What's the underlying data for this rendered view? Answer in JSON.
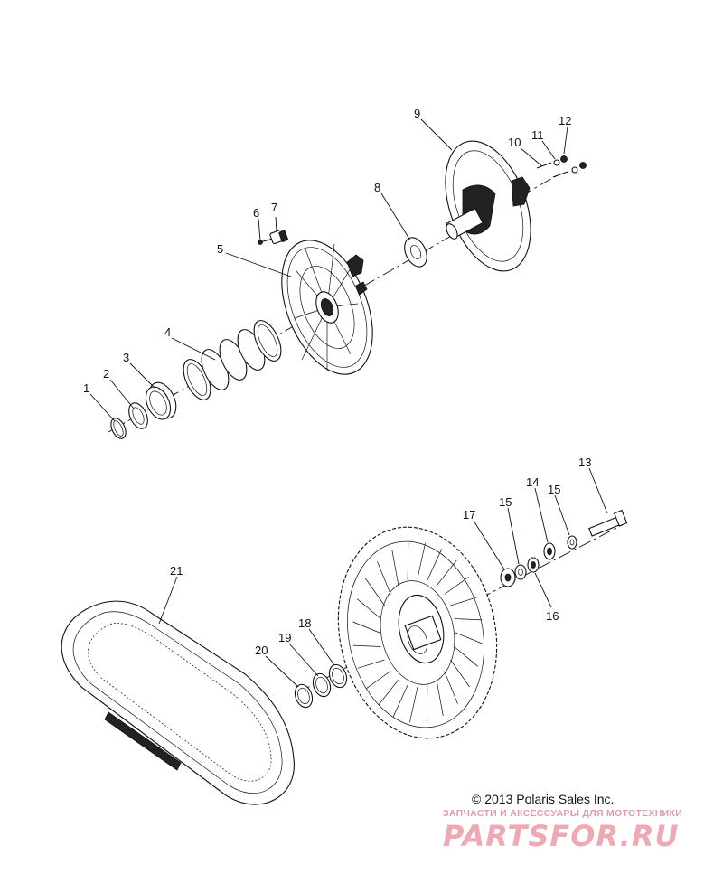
{
  "callouts": [
    {
      "id": "1",
      "label": "1"
    },
    {
      "id": "2",
      "label": "2"
    },
    {
      "id": "3",
      "label": "3"
    },
    {
      "id": "4",
      "label": "4"
    },
    {
      "id": "5",
      "label": "5"
    },
    {
      "id": "6",
      "label": "6"
    },
    {
      "id": "7",
      "label": "7"
    },
    {
      "id": "8",
      "label": "8"
    },
    {
      "id": "9",
      "label": "9"
    },
    {
      "id": "10",
      "label": "10"
    },
    {
      "id": "11",
      "label": "11"
    },
    {
      "id": "12",
      "label": "12"
    },
    {
      "id": "13",
      "label": "13"
    },
    {
      "id": "14",
      "label": "14"
    },
    {
      "id": "15a",
      "label": "15"
    },
    {
      "id": "15b",
      "label": "15"
    },
    {
      "id": "16",
      "label": "16"
    },
    {
      "id": "17",
      "label": "17"
    },
    {
      "id": "18",
      "label": "18"
    },
    {
      "id": "19",
      "label": "19"
    },
    {
      "id": "20",
      "label": "20"
    },
    {
      "id": "21",
      "label": "21"
    }
  ],
  "copyright": "© 2013 Polaris Sales Inc.",
  "watermark": {
    "tagline": "ЗАПЧАСТИ И АКСЕССУАРЫ ДЛЯ МОТОТЕХНИКИ",
    "site": "PARTSFOR.RU"
  }
}
